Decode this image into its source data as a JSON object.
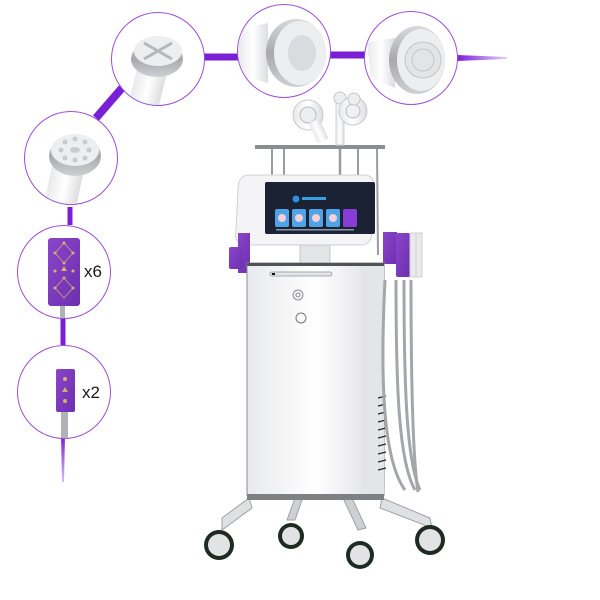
{
  "image": {
    "description": "Product photo of a white multi-function body contouring beauty machine on a wheeled cart, with circular callouts showing its applicator heads and pads",
    "accent_color": "#7a1fd6",
    "circle_border_color": "#9b4fd6"
  },
  "callouts": [
    {
      "id": "handpiece-8-dot",
      "label": ""
    },
    {
      "id": "handpiece-cross",
      "label": ""
    },
    {
      "id": "handpiece-ring",
      "label": ""
    },
    {
      "id": "handpiece-large-rf",
      "label": ""
    },
    {
      "id": "lipo-pad-large",
      "label": "x6"
    },
    {
      "id": "lipo-pad-small",
      "label": "x2"
    }
  ],
  "machine": {
    "screen_tiles": 5,
    "screen_color": "#1a2233"
  }
}
